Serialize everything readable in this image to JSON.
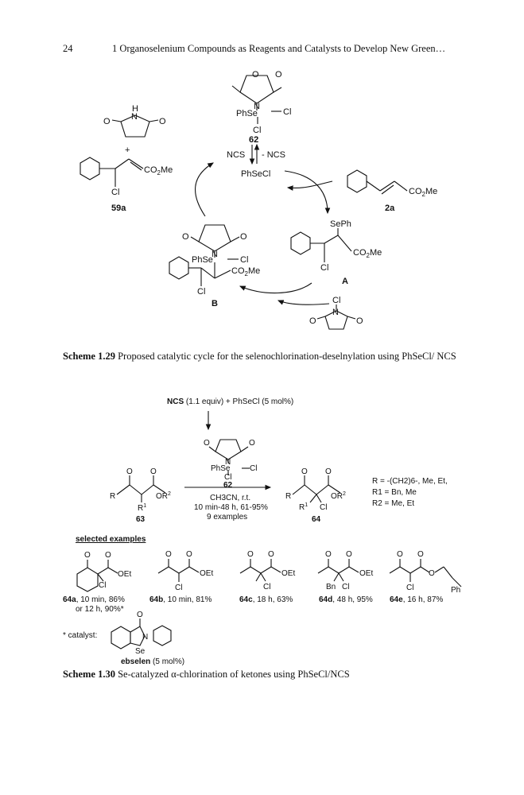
{
  "header": {
    "page_number": "24",
    "chapter_title": "1   Organoselenium Compounds as Reagents and Catalysts to Develop New Green…"
  },
  "scheme1": {
    "labels": {
      "c62": "62",
      "c59a": "59a",
      "c2a": "2a",
      "A": "A",
      "B": "B",
      "phsecl": "PhSeCl",
      "ncs_left": "NCS",
      "ncs_right": "- NCS",
      "phse_cl": "PhSe",
      "cl": "Cl",
      "co2me": "CO2Me",
      "seph": "SePh",
      "plus": "+",
      "nh": "H",
      "n": "N",
      "o": "O"
    },
    "caption_label": "Scheme 1.29",
    "caption_text": "Proposed catalytic cycle for the selenochlorination-deselnylation using PhSeCl/ NCS"
  },
  "scheme2": {
    "reagents_top": "NCS (1.1 equiv) + PhSeCl (5 mol%)",
    "ncs_bold": "NCS",
    "ncs_rest": "(1.1 equiv)  +  PhSeCl (5 mol%)",
    "c62": "62",
    "conditions": [
      "CH3CN, r.t.",
      "10 min-48 h, 61-95%",
      "9 examples"
    ],
    "c63": "63",
    "c64": "64",
    "r_defs": [
      "R = -(CH2)6-, Me, Et,",
      "R1 = Bn, Me",
      "R2 = Me, Et"
    ],
    "selected_examples": "selected examples",
    "examples": [
      {
        "id": "64a",
        "detail": ", 10 min, 86%",
        "extra": "or 12 h, 90%*"
      },
      {
        "id": "64b",
        "detail": ", 10 min, 81%"
      },
      {
        "id": "64c",
        "detail": ", 18 h, 63%"
      },
      {
        "id": "64d",
        "detail": ", 48 h, 95%"
      },
      {
        "id": "64e",
        "detail": ", 16 h, 87%"
      }
    ],
    "catalyst_note": "* catalyst:",
    "ebselen": "ebselen",
    "ebselen_amount": "(5 mol%)",
    "caption_label": "Scheme 1.30",
    "caption_text": "Se-catalyzed α-chlorination of ketones using PhSeCl/NCS"
  }
}
